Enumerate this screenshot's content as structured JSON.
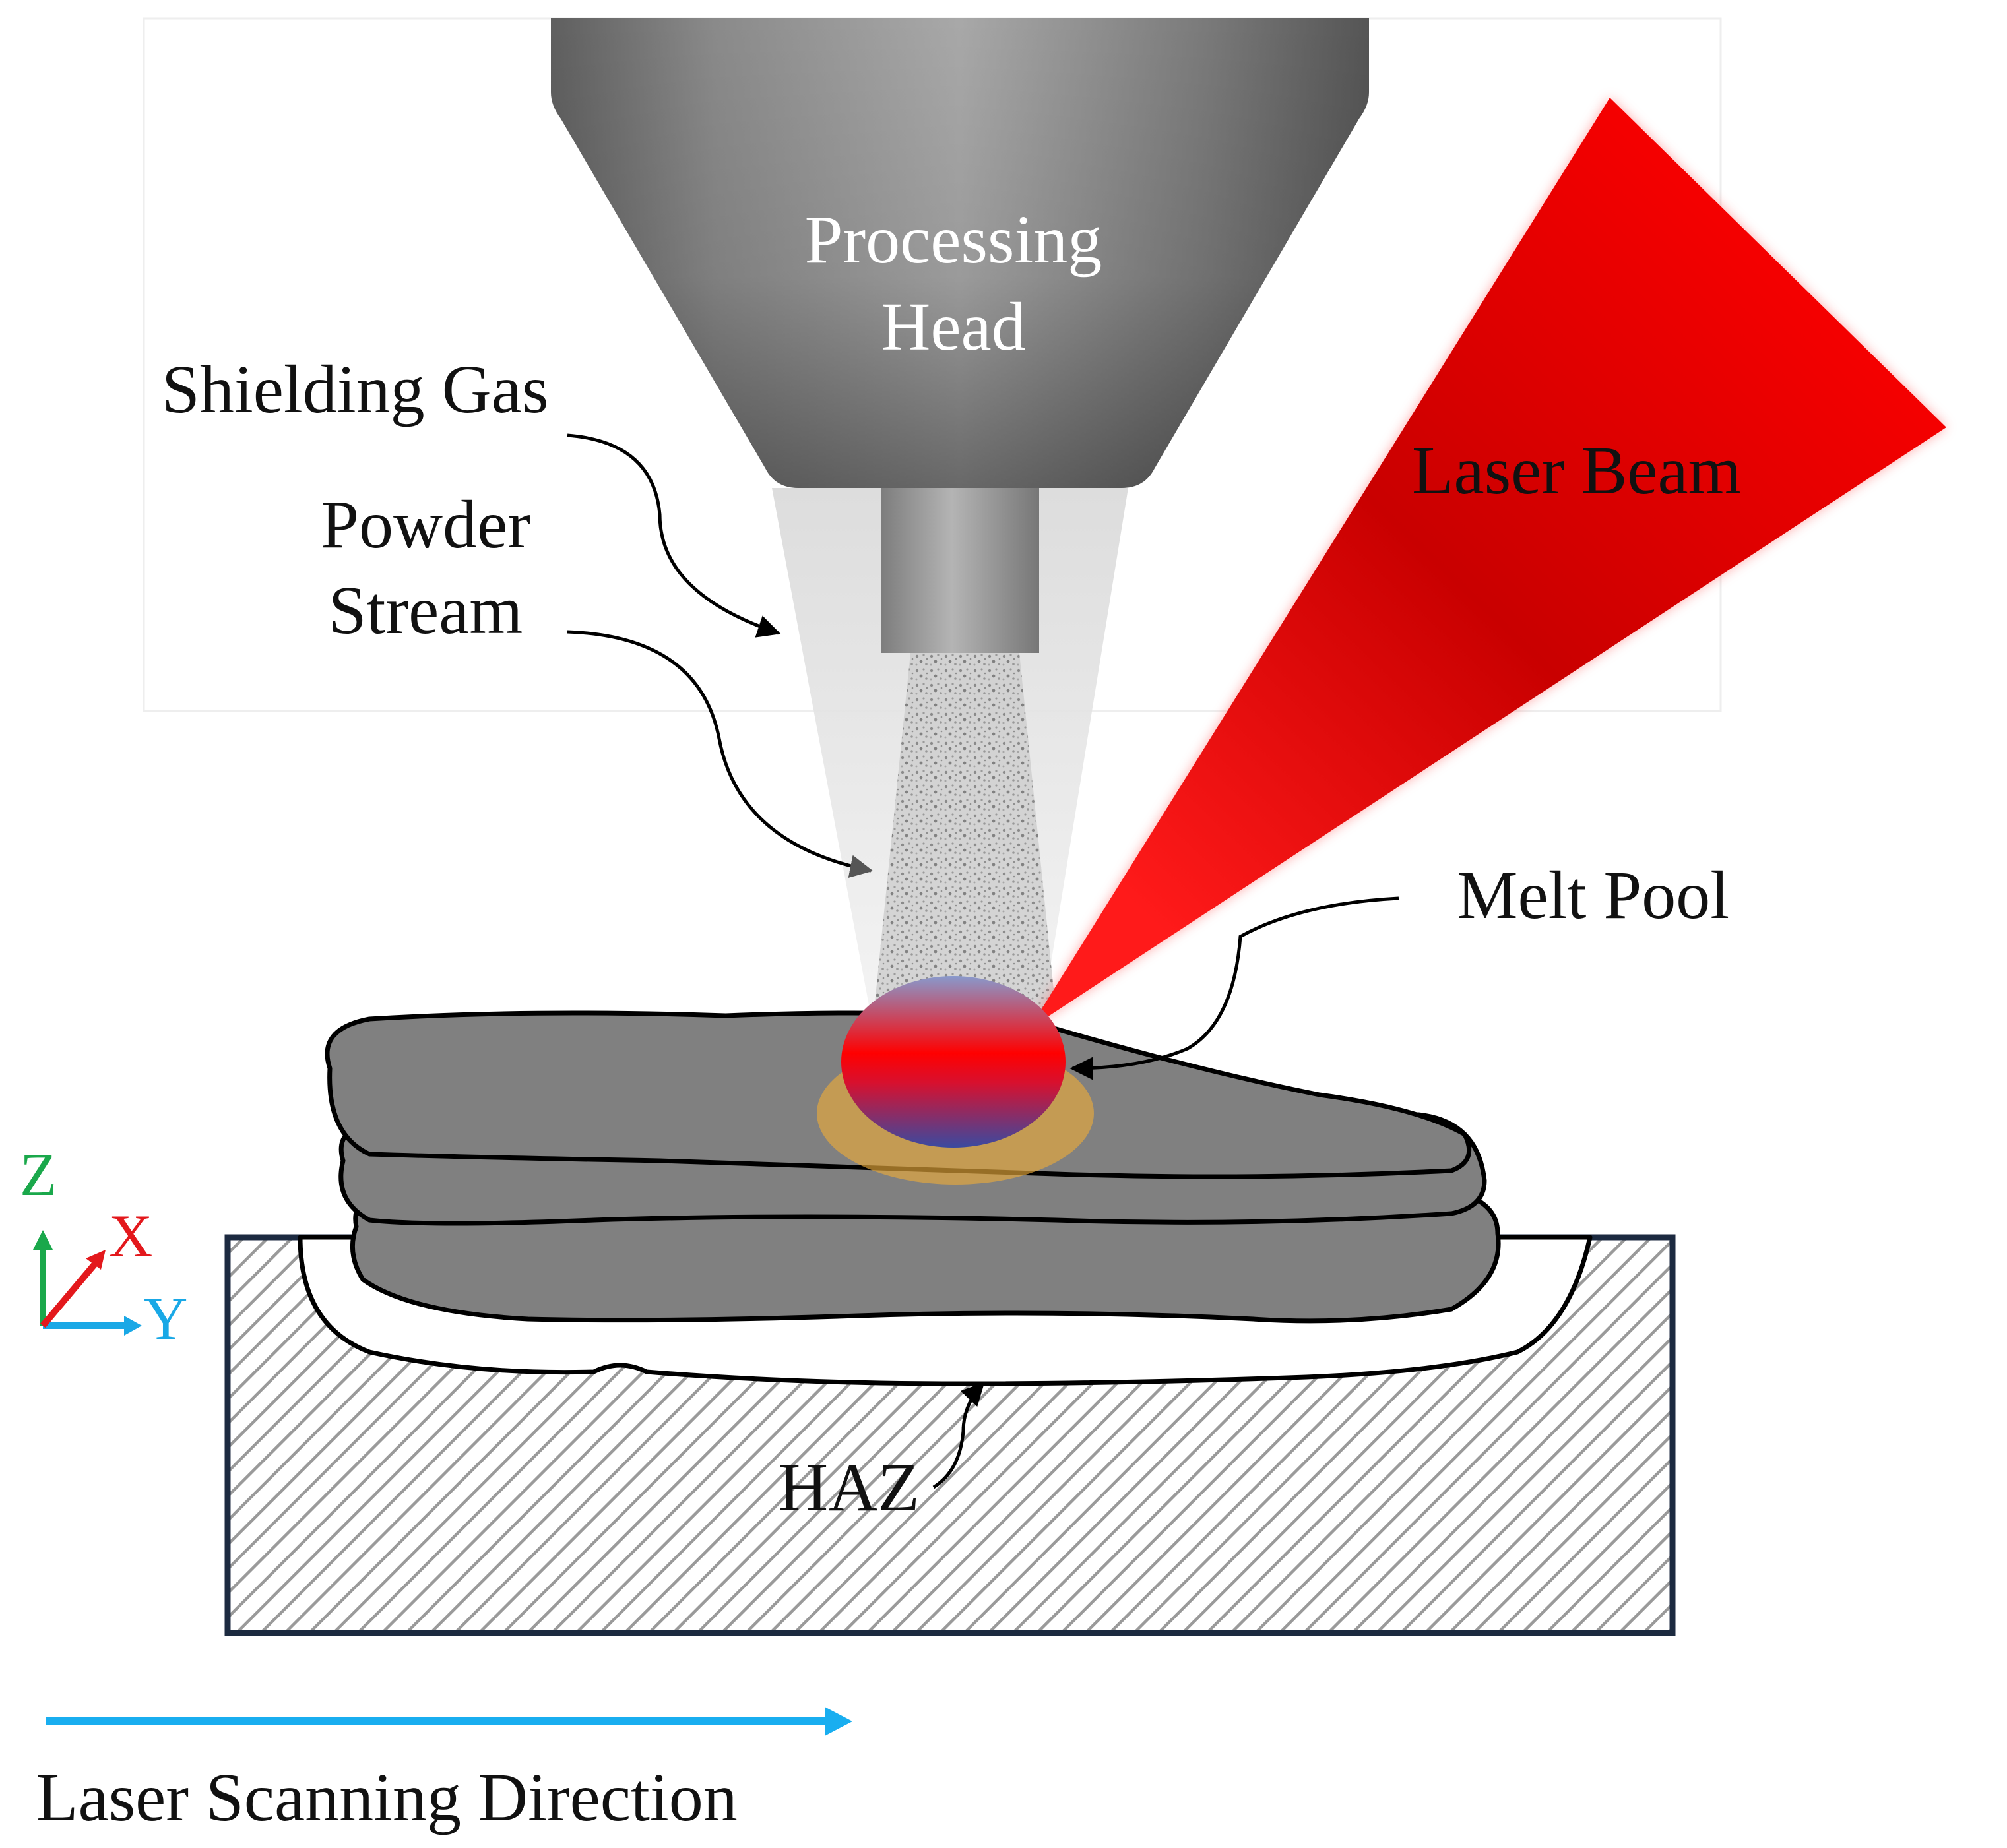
{
  "labels": {
    "processing_head_line1": "Processing",
    "processing_head_line2": "Head",
    "shielding_gas": "Shielding Gas",
    "powder_stream_line1": "Powder",
    "powder_stream_line2": "Stream",
    "laser_beam": "Laser Beam",
    "melt_pool": "Melt Pool",
    "haz": "HAZ",
    "scan_direction": "Laser Scanning Direction"
  },
  "axes": {
    "z": "Z",
    "x": "X",
    "y": "Y",
    "z_color": "#1aa84b",
    "x_color": "#e3181c",
    "y_color": "#19a8e6"
  },
  "colors": {
    "laser": "#ff0000",
    "deposit": "#808080",
    "haz_ring": "#e8a93a",
    "scan_arrow": "#19aef0",
    "substrate_border": "#1c2a40"
  }
}
